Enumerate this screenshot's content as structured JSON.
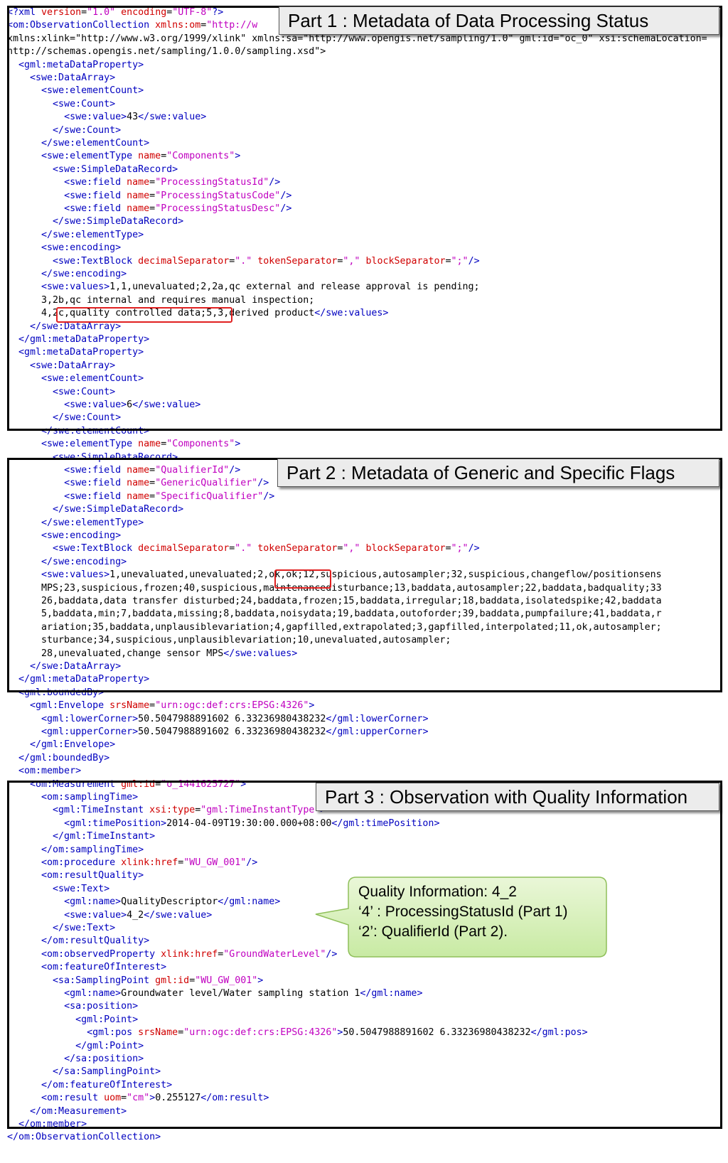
{
  "parts": {
    "part1_title": "Part 1 : Metadata of Data Processing Status",
    "part2_title": "Part 2 : Metadata of Generic and Specific Flags",
    "part3_title": "Part 3 : Observation with Quality Information"
  },
  "callout": {
    "line1": "Quality Information: 4_2",
    "line2": "‘4’ : ProcessingStatusId (Part 1)",
    "line3": "‘2’: QualifierId (Part 2)."
  },
  "xml_lines": [
    "<?xml version=\"1.0\" encoding=\"UTF-8\"?>",
    "<om:ObservationCollection xmlns:om=\"http://w",
    "xmlns:xlink=\"http://www.w3.org/1999/xlink\" xmlns:sa=\"http://www.opengis.net/sampling/1.0\" gml:id=\"oc_0\" xsi:schemaLocation=",
    "http://schemas.opengis.net/sampling/1.0.0/sampling.xsd\">",
    "  <gml:metaDataProperty>",
    "    <swe:DataArray>",
    "      <swe:elementCount>",
    "        <swe:Count>",
    "          <swe:value>43</swe:value>",
    "        </swe:Count>",
    "      </swe:elementCount>",
    "      <swe:elementType name=\"Components\">",
    "        <swe:SimpleDataRecord>",
    "          <swe:field name=\"ProcessingStatusId\"/>",
    "          <swe:field name=\"ProcessingStatusCode\"/>",
    "          <swe:field name=\"ProcessingStatusDesc\"/>",
    "        </swe:SimpleDataRecord>",
    "      </swe:elementType>",
    "      <swe:encoding>",
    "        <swe:TextBlock decimalSeparator=\".\" tokenSeparator=\",\" blockSeparator=\";\"/>",
    "      </swe:encoding>",
    "      <swe:values>1,1,unevaluated;2,2a,qc external and release approval is pending;",
    "      3,2b,qc internal and requires manual inspection;",
    "      4,2c,quality controlled data;5,3,derived product</swe:values>",
    "    </swe:DataArray>",
    "  </gml:metaDataProperty>",
    "  <gml:metaDataProperty>",
    "    <swe:DataArray>",
    "      <swe:elementCount>",
    "        <swe:Count>",
    "          <swe:value>6</swe:value>",
    "        </swe:Count>",
    "      </swe:elementCount>",
    "      <swe:elementType name=\"Components\">",
    "        <swe:SimpleDataRecord>",
    "          <swe:field name=\"QualifierId\"/>",
    "          <swe:field name=\"GenericQualifier\"/>",
    "          <swe:field name=\"SpecificQualifier\"/>",
    "        </swe:SimpleDataRecord>",
    "      </swe:elementType>",
    "      <swe:encoding>",
    "        <swe:TextBlock decimalSeparator=\".\" tokenSeparator=\",\" blockSeparator=\";\"/>",
    "      </swe:encoding>",
    "      <swe:values>1,unevaluated,unevaluated;2,ok,ok;12,suspicious,autosampler;32,suspicious,changeflow/positionsens",
    "      MPS;23,suspicious,frozen;40,suspicious,maintenancedisturbance;13,baddata,autosampler;22,baddata,badquality;33",
    "      26,baddata,data transfer disturbed;24,baddata,frozen;15,baddata,irregular;18,baddata,isolatedspike;42,baddata",
    "      5,baddata,min;7,baddata,missing;8,baddata,noisydata;19,baddata,outoforder;39,baddata,pumpfailure;41,baddata,r",
    "      ariation;35,baddata,unplausiblevariation;4,gapfilled,extrapolated;3,gapfilled,interpolated;11,ok,autosampler;",
    "      sturbance;34,suspicious,unplausiblevariation;10,unevaluated,autosampler;",
    "      28,unevaluated,change sensor MPS</swe:values>",
    "    </swe:DataArray>",
    "  </gml:metaDataProperty>",
    "  <gml:boundedBy>",
    "    <gml:Envelope srsName=\"urn:ogc:def:crs:EPSG:4326\">",
    "      <gml:lowerCorner>50.5047988891602 6.33236980438232</gml:lowerCorner>",
    "      <gml:upperCorner>50.5047988891602 6.33236980438232</gml:upperCorner>",
    "    </gml:Envelope>",
    "  </gml:boundedBy>",
    "  <om:member>",
    "    <om:Measurement gml:id=\"o_1441625727\">",
    "      <om:samplingTime>",
    "        <gml:TimeInstant xsi:type=\"gml:TimeInstantType\">",
    "          <gml:timePosition>2014-04-09T19:30:00.000+08:00</gml:timePosition>",
    "        </gml:TimeInstant>",
    "      </om:samplingTime>",
    "      <om:procedure xlink:href=\"WU_GW_001\"/>",
    "      <om:resultQuality>",
    "        <swe:Text>",
    "          <gml:name>QualityDescriptor</gml:name>",
    "          <swe:value>4_2</swe:value>",
    "        </swe:Text>",
    "      </om:resultQuality>",
    "      <om:observedProperty xlink:href=\"GroundWaterLevel\"/>",
    "      <om:featureOfInterest>",
    "        <sa:SamplingPoint gml:id=\"WU_GW_001\">",
    "          <gml:name>Groundwater level/Water sampling station 1</gml:name>",
    "          <sa:position>",
    "            <gml:Point>",
    "              <gml:pos srsName=\"urn:ogc:def:crs:EPSG:4326\">50.5047988891602 6.33236980438232</gml:pos>",
    "            </gml:Point>",
    "          </sa:position>",
    "        </sa:SamplingPoint>",
    "      </om:featureOfInterest>",
    "      <om:result uom=\"cm\">0.255127</om:result>",
    "    </om:Measurement>",
    "  </om:member>",
    "</om:ObservationCollection>"
  ]
}
